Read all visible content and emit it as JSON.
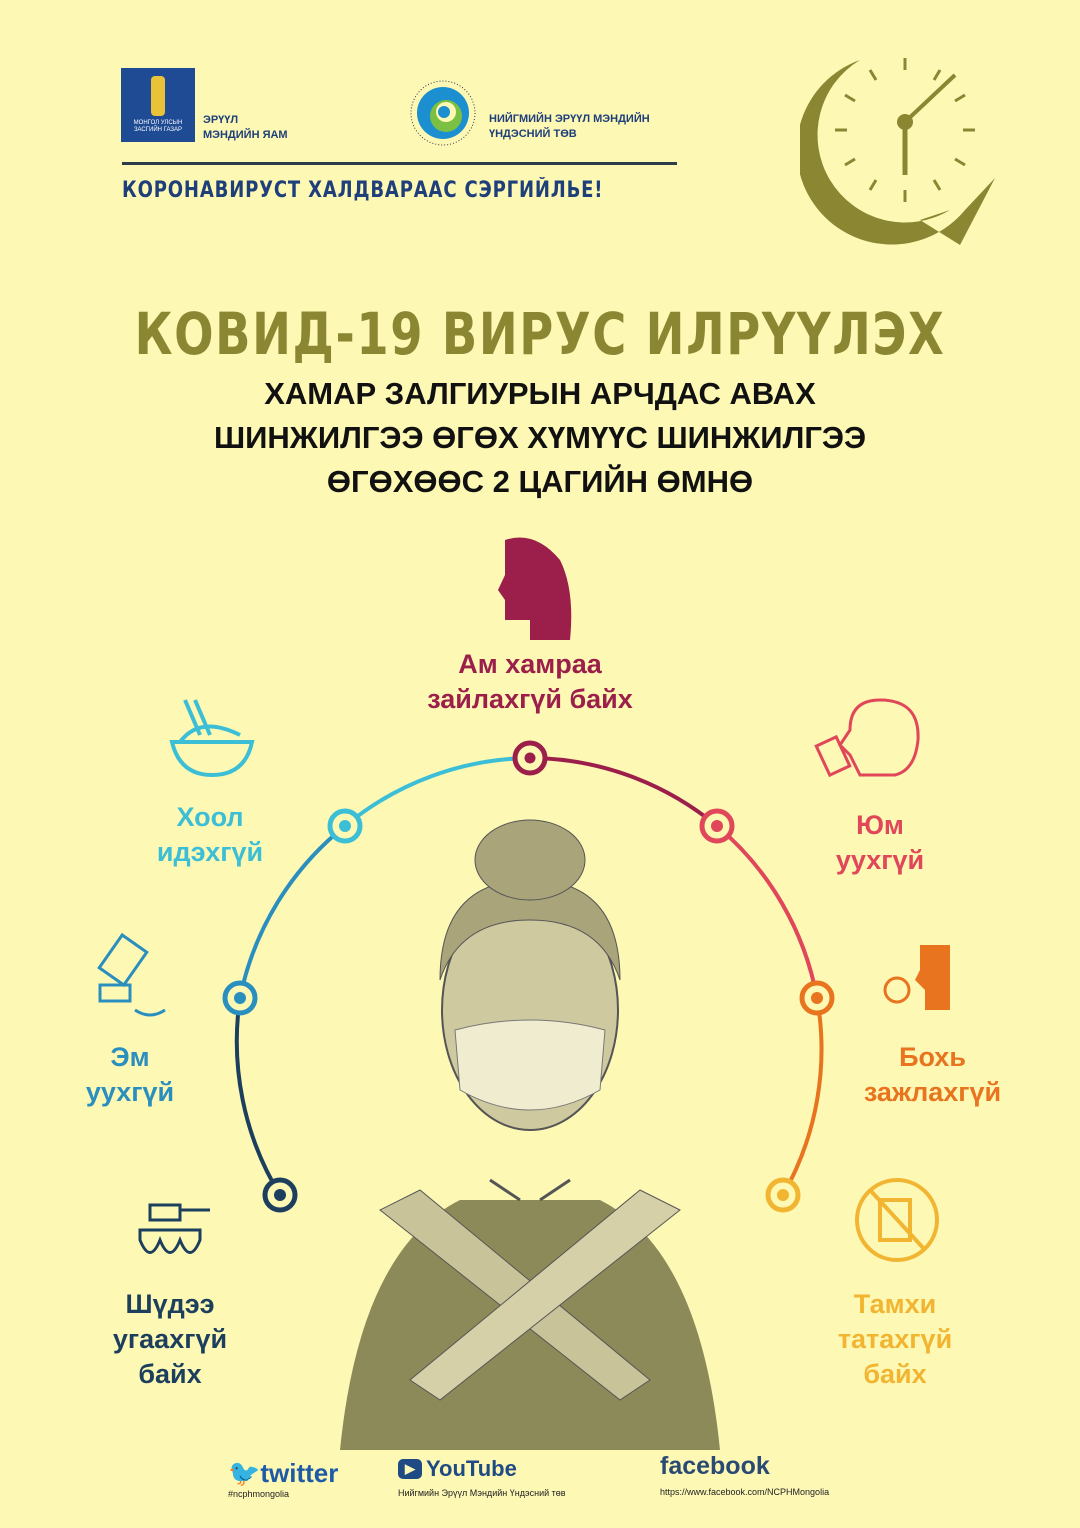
{
  "header": {
    "gov_logo_text": "МОНГОЛ УЛСЫН ЗАСГИЙН ГАЗАР",
    "ministry_line1": "ЭРҮҮЛ",
    "ministry_line2": "МЭНДИЙН ЯАМ",
    "ncph_line1": "НИЙГМИЙН ЭРҮҮЛ МЭНДИЙН",
    "ncph_line2": "ҮНДЭСНИЙ ТӨВ",
    "slogan": "КОРОНАВИРУСТ ХАЛДВАРААС СЭРГИЙЛЬЕ!"
  },
  "title": "КОВИД-19 ВИРУС ИЛРҮҮЛЭХ",
  "subtitle": [
    "ХАМАР ЗАЛГИУРЫН АРЧДАС АВАХ",
    "ШИНЖИЛГЭЭ ӨГӨХ ХҮМҮҮС ШИНЖИЛГЭЭ",
    "ӨГӨХӨӨС 2 ЦАГИЙН ӨМНӨ"
  ],
  "items": [
    {
      "lines": [
        "Ам хамраа",
        "зайлахгүй байх"
      ],
      "color": "#9b1f4a",
      "icon": "throat-icon"
    },
    {
      "lines": [
        "Хоол",
        "идэхгүй"
      ],
      "color": "#3cbfd6",
      "icon": "food-bowl-icon"
    },
    {
      "lines": [
        "Юм",
        "уухгүй"
      ],
      "color": "#e0475a",
      "icon": "drinking-icon"
    },
    {
      "lines": [
        "Эм",
        "уухгүй"
      ],
      "color": "#2a8fbf",
      "icon": "medicine-icon"
    },
    {
      "lines": [
        "Бохь",
        "зажлахгүй"
      ],
      "color": "#e8741f",
      "icon": "chewing-gum-icon"
    },
    {
      "lines": [
        "Шүдээ",
        "угаахгүй",
        "байх"
      ],
      "color": "#1d3f5e",
      "icon": "toothbrush-icon"
    },
    {
      "lines": [
        "Тамхи",
        "татахгүй",
        "байх"
      ],
      "color": "#f2b531",
      "icon": "no-smoking-icon"
    }
  ],
  "footer": {
    "twitter": "twitter",
    "twitter_sub": "#ncphmongolia",
    "youtube": "YouTube",
    "youtube_sub": "Нийгмийн Эрүүл Мэндийн Үндэсний төв",
    "facebook": "facebook",
    "facebook_sub": "https://www.facebook.com/NCPHMongolia"
  }
}
